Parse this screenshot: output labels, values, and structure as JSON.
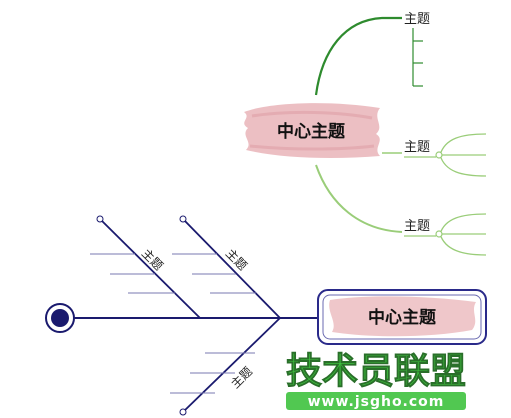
{
  "mindmap": {
    "central_topic": "中心主题",
    "branch_top": "主题",
    "branch_middle": "主题",
    "branch_bottom": "主题",
    "colors": {
      "branch_top": "#2e8b2e",
      "branch_light": "#9acd79",
      "brush": "#e9b4b8"
    }
  },
  "fishbone": {
    "head_topic": "中心主题",
    "bone_upper_left": "主题",
    "bone_upper_right": "主题",
    "bone_lower": "主题",
    "colors": {
      "bone": "#1a1a6e",
      "rib": "#7a7ab0",
      "head_frame": "#2a2a8a"
    }
  },
  "watermark": {
    "title": "技术员联盟",
    "url": "www.jsgho.com",
    "colors": {
      "green": "#3ec23e",
      "dark": "#2a6f2a"
    }
  }
}
